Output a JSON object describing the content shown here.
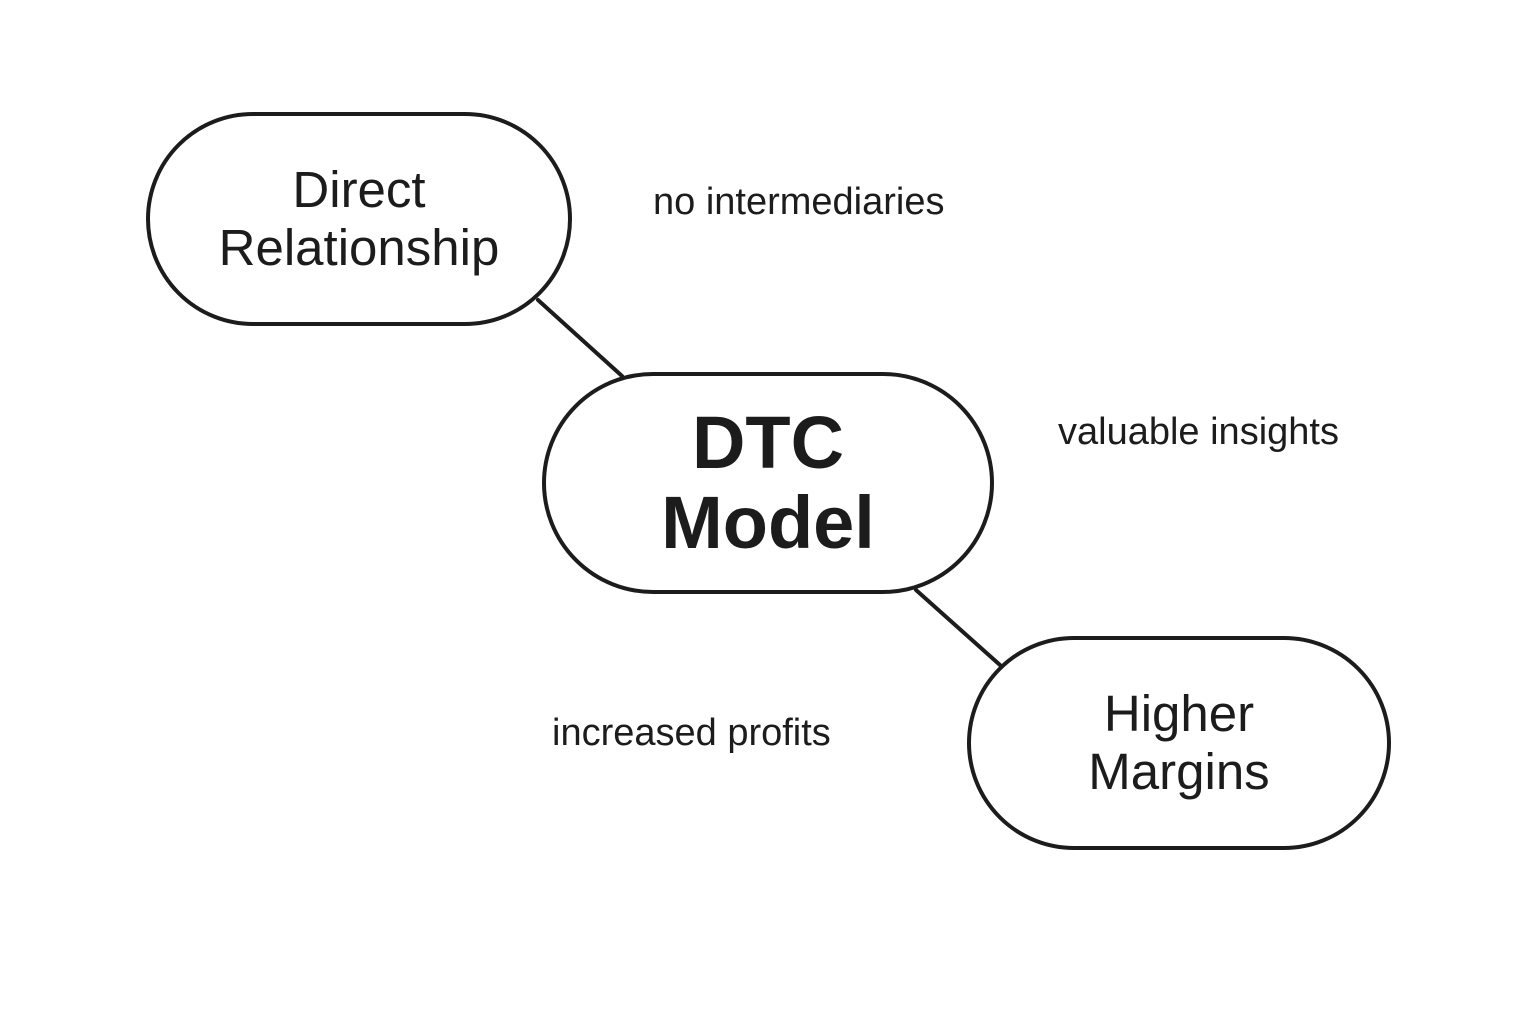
{
  "diagram": {
    "nodes": [
      {
        "id": "direct",
        "label": "Direct\nRelationship"
      },
      {
        "id": "dtc",
        "label": "DTC\nModel"
      },
      {
        "id": "higher",
        "label": "Higher\nMargins"
      }
    ],
    "edges": [
      {
        "from": "direct",
        "to": "dtc"
      },
      {
        "from": "dtc",
        "to": "higher"
      }
    ],
    "annotations": {
      "no_intermediaries": "no intermediaries",
      "valuable_insights": "valuable insights",
      "increased_profits": "increased profits"
    }
  },
  "colors": {
    "stroke": "#1c1c1c",
    "background": "#ffffff"
  }
}
